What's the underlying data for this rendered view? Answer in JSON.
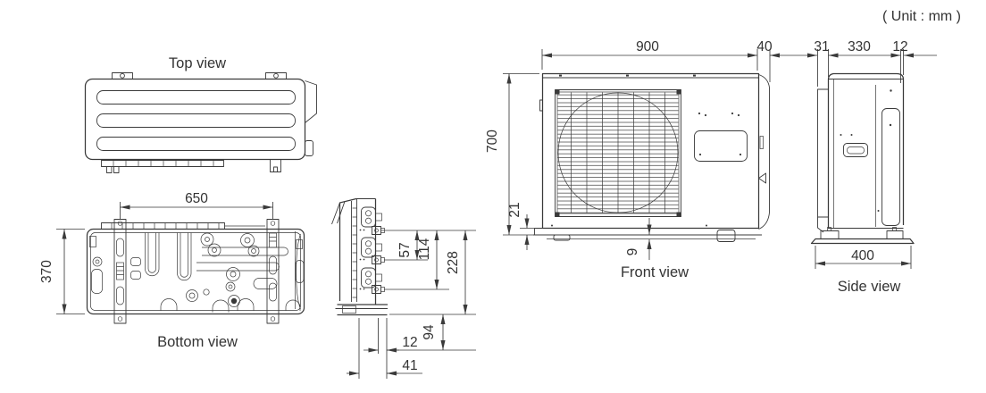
{
  "unit_note": "( Unit : mm )",
  "colors": {
    "line": "#3a3a3a",
    "text": "#333333",
    "bg": "#ffffff"
  },
  "views": {
    "top": {
      "label": "Top view"
    },
    "bottom": {
      "label": "Bottom view",
      "dims": {
        "mount_pitch": "650",
        "depth": "370"
      }
    },
    "pipe_detail": {
      "dims": {
        "port1_offset": "57",
        "port2_offset": "114",
        "port3_offset": "228",
        "base_offset": "94",
        "pipe_offset_small": "12",
        "pipe_offset_large": "41"
      }
    },
    "front": {
      "label": "Front view",
      "dims": {
        "width": "900",
        "side_panel": "40",
        "height": "700",
        "base_height": "21",
        "foot_height": "9"
      }
    },
    "side": {
      "label": "Side view",
      "dims": {
        "coil_width": "31",
        "body_depth": "330",
        "front_offset": "12",
        "base_depth": "400"
      }
    }
  }
}
